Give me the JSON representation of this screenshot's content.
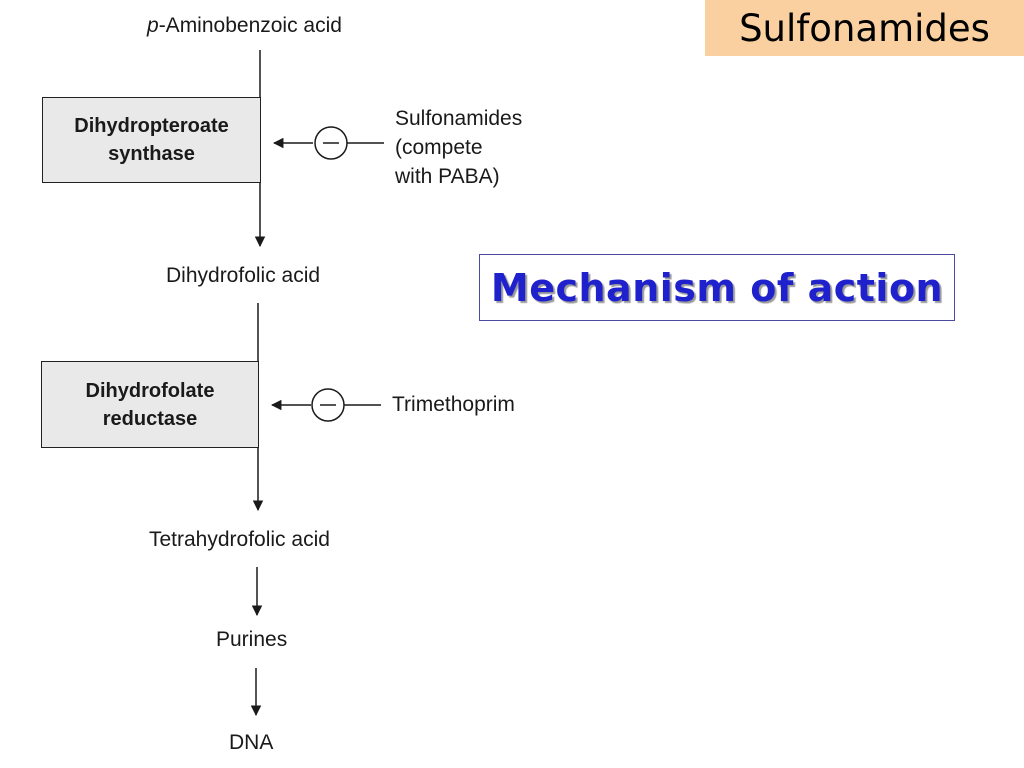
{
  "header": {
    "title": "Sulfonamides",
    "subtitle": "Mechanism of action"
  },
  "pathway": {
    "substrate_prefix": "p",
    "substrate_rest": "-Aminobenzoic acid",
    "enzyme1": {
      "line1": "Dihydropteroate",
      "line2": "synthase"
    },
    "inhibitor1": {
      "line1": "Sulfonamides",
      "line2": "(compete",
      "line3": "with PABA)"
    },
    "intermediate1": "Dihydrofolic acid",
    "enzyme2": {
      "line1": "Dihydrofolate",
      "line2": "reductase"
    },
    "inhibitor2": "Trimethoprim",
    "product1": "Tetrahydrofolic acid",
    "product2": "Purines",
    "product3": "DNA"
  },
  "colors": {
    "title_bg": "#fad0a0",
    "subtitle_text": "#1f22cc",
    "subtitle_border": "#4a4aa0",
    "enzyme_fill": "#e9e9e9"
  }
}
